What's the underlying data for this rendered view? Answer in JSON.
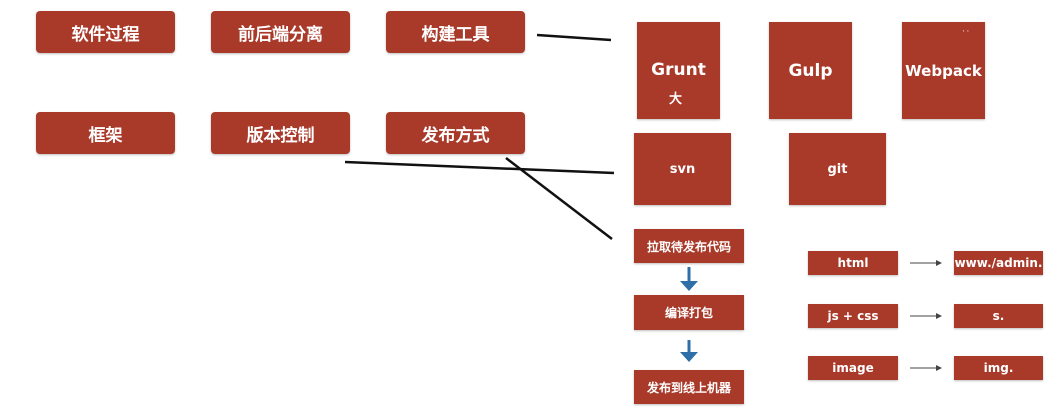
{
  "categories": {
    "software_process": "软件过程",
    "frontend_backend_separation": "前后端分离",
    "build_tools": "构建工具",
    "framework": "框架",
    "version_control": "版本控制",
    "release_method": "发布方式"
  },
  "build_tools": {
    "grunt": "Grunt",
    "grunt_sub": "大",
    "gulp": "Gulp",
    "webpack": "Webpack",
    "webpack_mark": "·  ·"
  },
  "version_control": {
    "svn": "svn",
    "git": "git"
  },
  "release_steps": [
    "拉取待发布代码",
    "编译打包",
    "发布到线上机器"
  ],
  "mappings": [
    {
      "source": "html",
      "target": "www./admin."
    },
    {
      "source": "js + css",
      "target": "s."
    },
    {
      "source": "image",
      "target": "img."
    }
  ],
  "colors": {
    "box_fill": "#a93a2a",
    "box_text": "#ffffff",
    "flow_arrow": "#2f6fa8",
    "connector_line": "#111111"
  }
}
